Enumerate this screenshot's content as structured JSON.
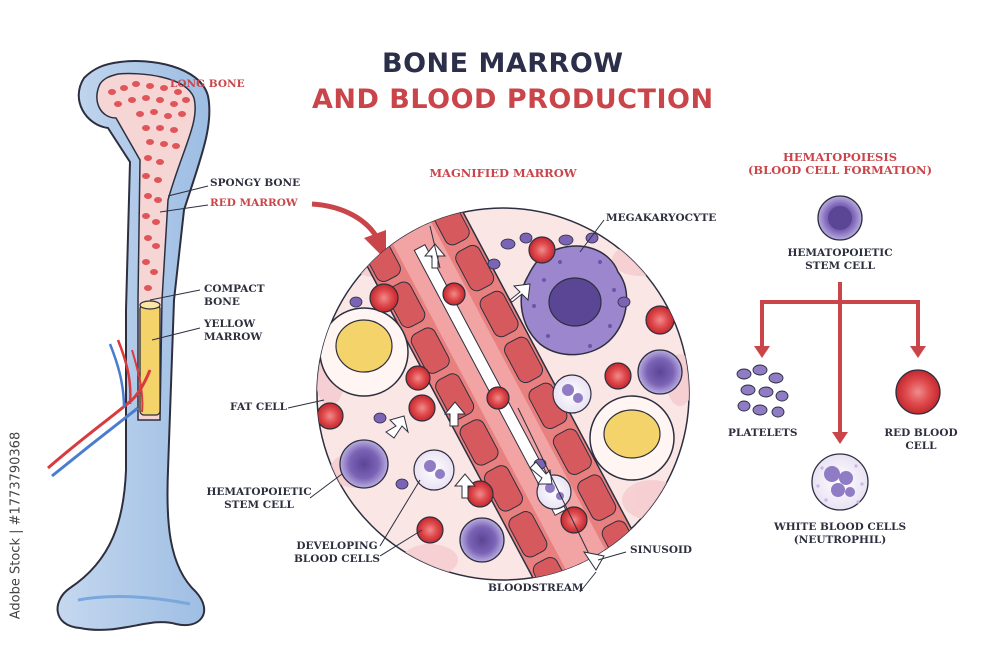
{
  "title": {
    "line1": "BONE MARROW",
    "line2": "AND BLOOD PRODUCTION"
  },
  "labels": {
    "long_bone": "LONG BONE",
    "spongy_bone": "SPONGY BONE",
    "red_marrow": "RED MARROW",
    "compact_bone": "COMPACT\nBONE",
    "yellow_marrow": "YELLOW\nMARROW",
    "fat_cell": "FAT CELL",
    "hsc_left": "HEMATOPOIETIC\nSTEM CELL",
    "developing": "DEVELOPING\nBLOOD CELLS",
    "magnified_marrow": "MAGNIFIED MARROW",
    "megakaryocyte": "MEGAKARYOCYTE",
    "sinusoid": "SINUSOID",
    "bloodstream": "BLOODSTREAM",
    "hematopoiesis": "HEMATOPOIESIS\n(BLOOD CELL FORMATION)",
    "hsc_right": "HEMATOPOIETIC\nSTEM CELL",
    "platelets": "PLATELETS",
    "red_blood_cell": "RED BLOOD\nCELL",
    "white_blood_cells": "WHITE BLOOD CELLS\n(NEUTROPHIL)"
  },
  "stock_id": "Adobe Stock | #1773790368",
  "colors": {
    "dark_text": "#2d2f3f",
    "accent_red": "#c9454a",
    "bone_blue": "#a8c6e6",
    "marrow_pink": "#f6d5d5",
    "rbc": "#d93a3e",
    "purple_cell": "#8f7cc4",
    "fat_yellow": "#f4d36b"
  }
}
